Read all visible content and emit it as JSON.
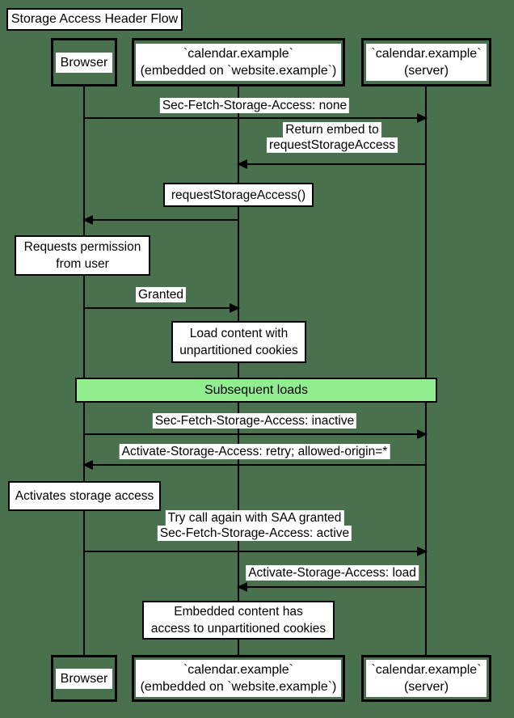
{
  "title": "Storage Access Header Flow",
  "colors": {
    "background": "#4A714E",
    "note_fill": "#FFFFFF",
    "band_fill": "#90EE90",
    "line_and_text": "#000000"
  },
  "participants": [
    {
      "id": "browser",
      "lines": [
        "Browser"
      ]
    },
    {
      "id": "embed",
      "lines": [
        "`calendar.example`",
        "(embedded on `website.example`)"
      ]
    },
    {
      "id": "server",
      "lines": [
        "`calendar.example`",
        "(server)"
      ]
    }
  ],
  "band": {
    "label": "Subsequent loads"
  },
  "messages": [
    {
      "from": "browser",
      "to": "server",
      "lines": [
        "Sec-Fetch-Storage-Access: none"
      ]
    },
    {
      "from": "server",
      "to": "embed",
      "lines": [
        "Return embed to",
        "requestStorageAccess"
      ]
    },
    {
      "from": "embed",
      "to": "browser",
      "lines": []
    },
    {
      "from": "browser",
      "to": "embed",
      "lines": [
        "Granted"
      ]
    },
    {
      "from": "browser",
      "to": "server",
      "lines": [
        "Sec-Fetch-Storage-Access: inactive"
      ]
    },
    {
      "from": "server",
      "to": "browser",
      "lines": [
        "Activate-Storage-Access: retry; allowed-origin=*"
      ]
    },
    {
      "from": "browser",
      "to": "server",
      "lines": [
        "Try call again with SAA granted",
        "Sec-Fetch-Storage-Access: active"
      ]
    },
    {
      "from": "server",
      "to": "embed",
      "lines": [
        "Activate-Storage-Access: load"
      ]
    }
  ],
  "notes": [
    {
      "over": "embed",
      "lines": [
        "requestStorageAccess()"
      ]
    },
    {
      "over": "browser",
      "lines": [
        "Requests permission",
        "from user"
      ]
    },
    {
      "over": "embed",
      "lines": [
        "Load content with",
        "unpartitioned cookies"
      ]
    },
    {
      "over": "browser",
      "lines": [
        "Activates storage access"
      ]
    },
    {
      "over": "embed",
      "lines": [
        "Embedded content has",
        "access to unpartitioned cookies"
      ]
    }
  ]
}
